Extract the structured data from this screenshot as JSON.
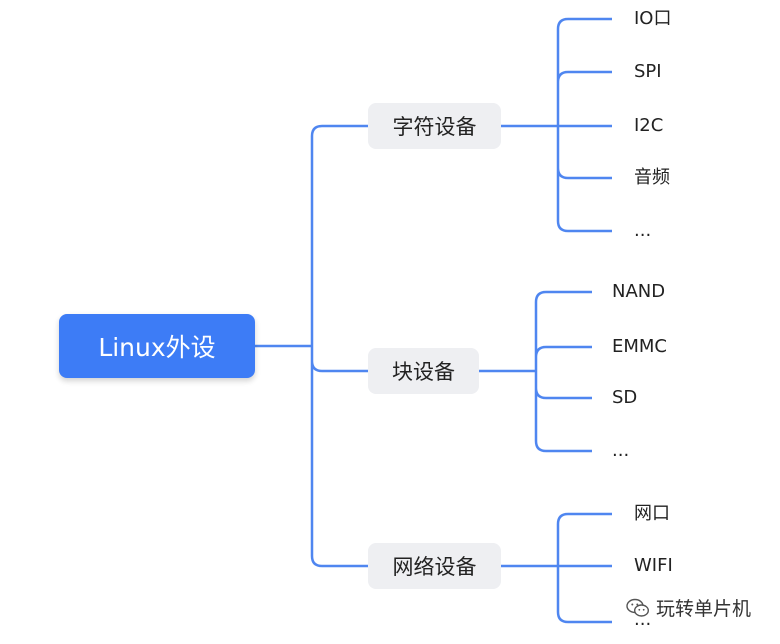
{
  "root": {
    "label": "Linux外设"
  },
  "branches": [
    {
      "label": "字符设备",
      "leaves": [
        "IO口",
        "SPI",
        "I2C",
        "音频",
        "..."
      ]
    },
    {
      "label": "块设备",
      "leaves": [
        "NAND",
        "EMMC",
        "SD",
        "..."
      ]
    },
    {
      "label": "网络设备",
      "leaves": [
        "网口",
        "WIFI",
        "..."
      ]
    }
  ],
  "watermark": {
    "text": "玩转单片机",
    "icon": "wechat-icon"
  },
  "colors": {
    "root_fill": "#3d7cf6",
    "connector": "#4f86f0",
    "branch_fill": "#eeeff2",
    "text": "#222222"
  }
}
